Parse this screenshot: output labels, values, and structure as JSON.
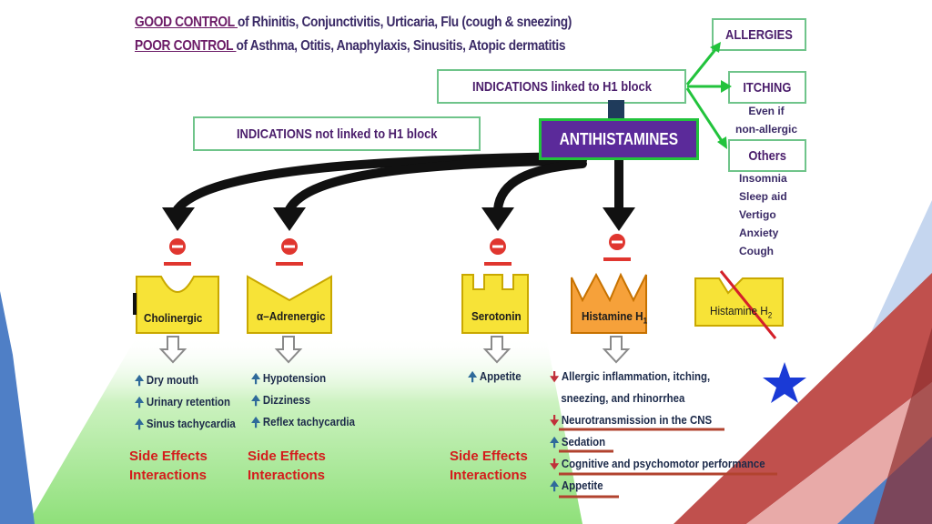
{
  "header": {
    "line1_u": "GOOD CONTROL ",
    "line1_rest": "of Rhinitis, Conjunctivitis, Urticaria, Flu (cough & sneezing)",
    "line2_u": "POOR CONTROL ",
    "line2_rest": "of Asthma, Otitis, Anaphylaxis, Sinusitis, Atopic dermatitis"
  },
  "boxes": {
    "allergies": "ALLERGIES",
    "itching": "ITCHING",
    "itching_note": [
      "Even if",
      "non-allergic"
    ],
    "others": "Others",
    "others_list": [
      "Insomnia",
      "Sleep aid",
      "Vertigo",
      "Anxiety",
      "Cough"
    ],
    "linked": "INDICATIONS linked to H1 block",
    "not_linked": "INDICATIONS not linked to H1 block",
    "antihistamines": "ANTIHISTAMINES"
  },
  "receptors": [
    {
      "label": "Cholinergic",
      "effects": [
        {
          "dir": "up",
          "text": "Dry mouth"
        },
        {
          "dir": "up",
          "text": "Urinary retention"
        },
        {
          "dir": "up",
          "text": "Sinus tachycardia"
        }
      ]
    },
    {
      "label": "α–Adrenergic",
      "effects": [
        {
          "dir": "up",
          "text": "Hypotension"
        },
        {
          "dir": "up",
          "text": "Dizziness"
        },
        {
          "dir": "up",
          "text": "Reflex tachycardia"
        }
      ]
    },
    {
      "label": "Serotonin",
      "effects": [
        {
          "dir": "up",
          "text": "Appetite"
        }
      ]
    },
    {
      "label": "Histamine H",
      "sub": "1",
      "effects": [
        {
          "dir": "down",
          "text": "Allergic inflammation, itching,"
        },
        {
          "dir": "",
          "text": "sneezing, and rhinorrhea"
        },
        {
          "dir": "down",
          "text": "Neurotransmission in the CNS"
        },
        {
          "dir": "up",
          "text": "Sedation"
        },
        {
          "dir": "down",
          "text": "Cognitive and psychomotor performance"
        },
        {
          "dir": "up",
          "text": "Appetite"
        }
      ]
    },
    {
      "label": "Histamine H",
      "sub": "2"
    }
  ],
  "side_effects": {
    "line1": "Side Effects",
    "line2": "Interactions"
  },
  "colors": {
    "green": "#22c33c",
    "purple": "#5b2a9a",
    "receptor_yellow": "#f7e337",
    "star_blue": "#1a3ad6",
    "underline_red": "#b2432f"
  }
}
